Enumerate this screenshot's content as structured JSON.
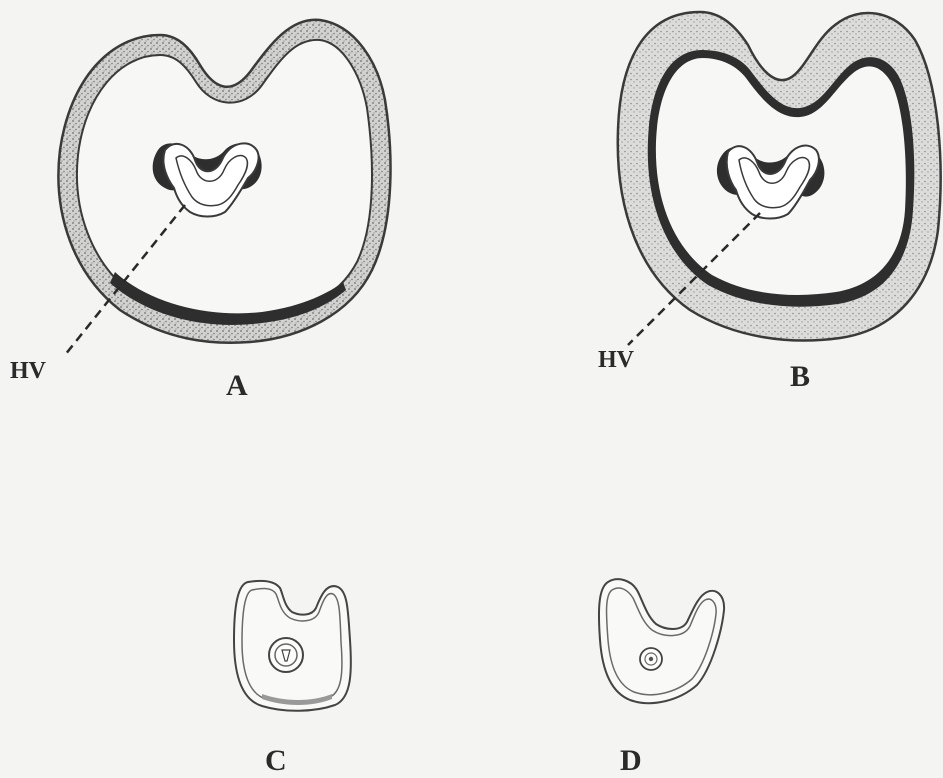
{
  "figure": {
    "panels": [
      {
        "label": "A",
        "annotation": "HV"
      },
      {
        "label": "B",
        "annotation": "HV"
      },
      {
        "label": "C"
      },
      {
        "label": "D"
      }
    ],
    "colors": {
      "background": "#f4f4f2",
      "outline": "#3a3a3a",
      "stipple": "#c9c9c9",
      "dark_band": "#2e2e2e",
      "interior": "#f7f7f5"
    }
  }
}
